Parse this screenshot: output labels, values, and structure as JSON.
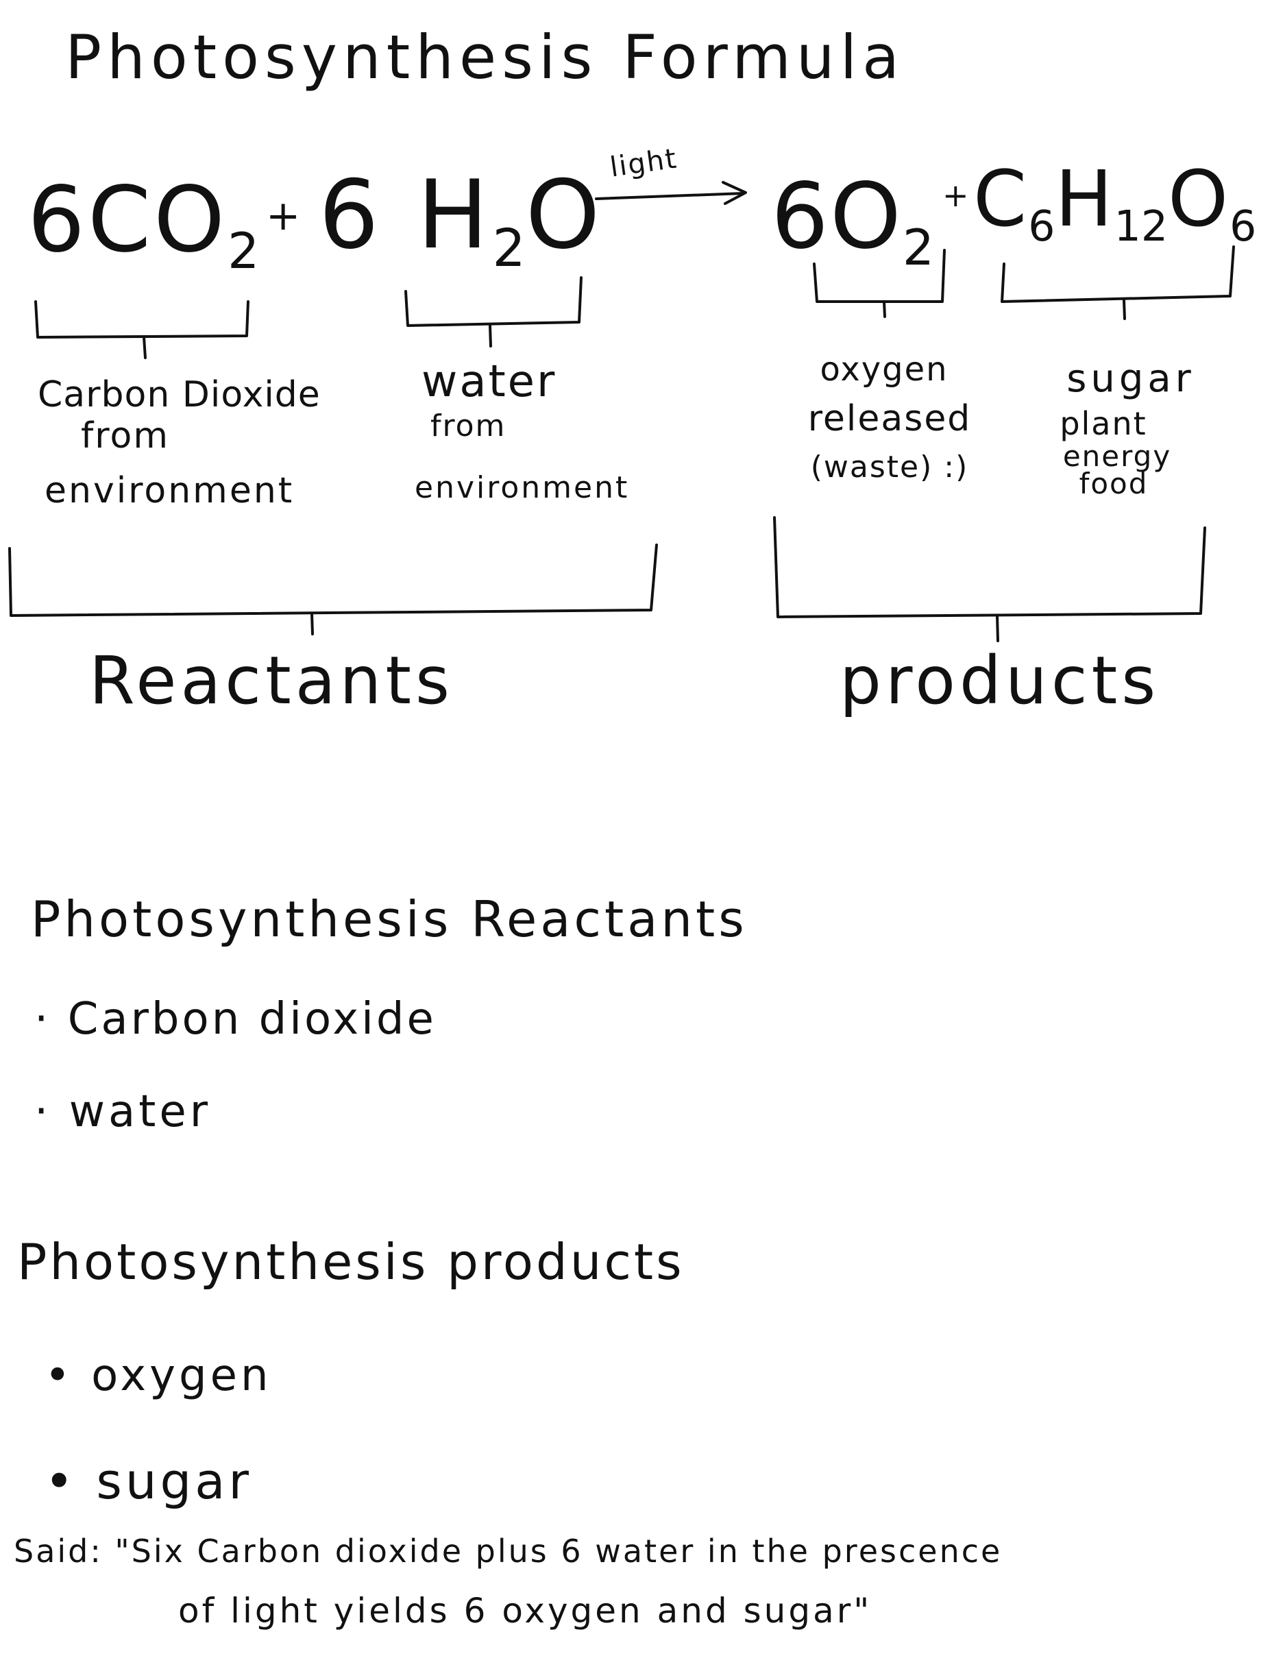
{
  "title": "Photosynthesis Formula",
  "equation": {
    "co2_coef": "6",
    "co2_formula": "CO",
    "co2_sub": "2",
    "plus1": "+",
    "h2o_coef": "6",
    "h2o_h": "H",
    "h2o_sub": "2",
    "h2o_o": "O",
    "arrow_label": "light",
    "o2_coef": "6",
    "o2_formula": "O",
    "o2_sub": "2",
    "plus2": "+",
    "glucose_c": "C",
    "glucose_c_sub": "6",
    "glucose_h": "H",
    "glucose_h_sub": "12",
    "glucose_o": "O",
    "glucose_o_sub": "6"
  },
  "labels": {
    "co2": [
      "Carbon Dioxide",
      "from",
      "environment"
    ],
    "h2o": [
      "water",
      "from",
      "environment"
    ],
    "o2": [
      "oxygen",
      "released",
      "(waste) :)"
    ],
    "sugar": [
      "sugar",
      "plant",
      "energy",
      "food"
    ]
  },
  "groups": {
    "reactants": "Reactants",
    "products": "products"
  },
  "reactants_list": {
    "heading": "Photosynthesis Reactants",
    "items": [
      "Carbon dioxide",
      "water"
    ]
  },
  "products_list": {
    "heading": "Photosynthesis products",
    "items": [
      "oxygen",
      "sugar"
    ]
  },
  "said": {
    "line1": "Said: \"Six Carbon dioxide plus 6 water in the prescence",
    "line2": "of light yields 6 oxygen and sugar\""
  }
}
